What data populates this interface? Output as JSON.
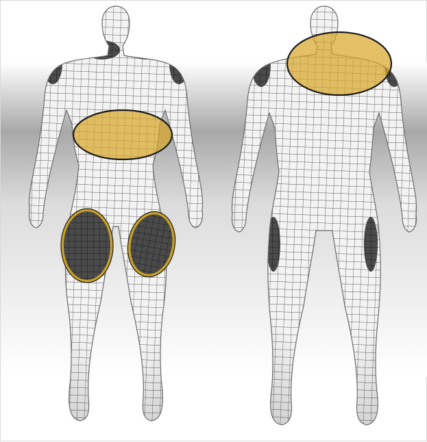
{
  "figure": {
    "views": [
      {
        "id": "front",
        "name": "front-view"
      },
      {
        "id": "back",
        "name": "back-view"
      }
    ],
    "colors": {
      "background": "#ffffff",
      "backdrop_shadow": "#9a9a9a",
      "skin": "#f2f2f2",
      "mesh_line": "#3a3a3a",
      "dark_patch": "#444444",
      "highlight_fill": "#d8a82a",
      "highlight_stroke": "#1a1a1a",
      "ring_gold": "#c9a227"
    },
    "highlighted_regions": [
      {
        "view": "front",
        "region": "abdomen",
        "style": "gold-ellipse"
      },
      {
        "view": "front",
        "region": "left-thigh",
        "style": "gold-ring"
      },
      {
        "view": "front",
        "region": "right-thigh",
        "style": "gold-ring"
      },
      {
        "view": "back",
        "region": "upper-back",
        "style": "gold-ellipse"
      }
    ],
    "dark_patches": [
      {
        "view": "front",
        "region": "shoulders"
      },
      {
        "view": "front",
        "region": "chest"
      },
      {
        "view": "back",
        "region": "shoulders"
      },
      {
        "view": "back",
        "region": "outer-thighs"
      }
    ]
  }
}
